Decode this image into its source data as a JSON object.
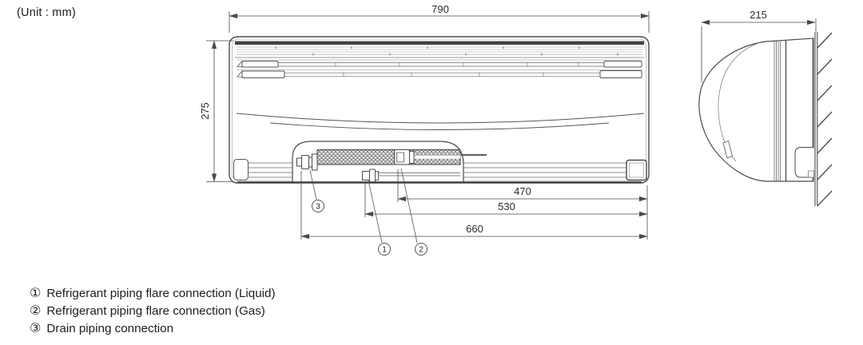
{
  "unit_label": "(Unit : mm)",
  "dimensions": {
    "width": "790",
    "height": "275",
    "depth": "215",
    "gas_offset": "470",
    "liquid_offset": "530",
    "drain_offset": "660"
  },
  "callouts": {
    "liquid": "1",
    "gas": "2",
    "drain": "3"
  },
  "legend": {
    "items": [
      {
        "num": "①",
        "label": "Refrigerant piping flare connection (Liquid)"
      },
      {
        "num": "②",
        "label": "Refrigerant piping flare connection (Gas)"
      },
      {
        "num": "③",
        "label": "Drain piping connection"
      }
    ]
  },
  "colors": {
    "line": "#4a4a4a",
    "text": "#2b2b2b"
  }
}
